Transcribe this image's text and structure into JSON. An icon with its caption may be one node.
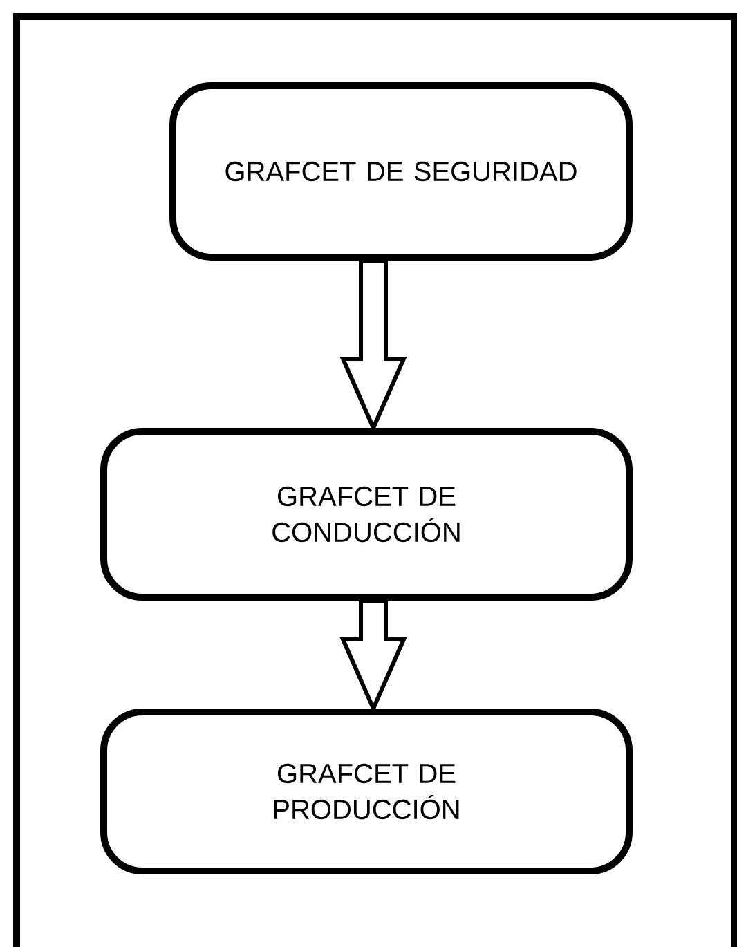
{
  "diagram": {
    "nodes": [
      {
        "text": [
          "GRAFCET DE SEGURIDAD"
        ]
      },
      {
        "text": [
          "GRAFCET DE CONDUCCIÓN"
        ]
      },
      {
        "text": [
          "GRAFCET DE PRODUCCIÓN"
        ]
      }
    ],
    "edges": [
      {
        "from": 0,
        "to": 1,
        "arrow": "to"
      },
      {
        "from": 1,
        "to": 2,
        "arrow": "to"
      }
    ]
  }
}
